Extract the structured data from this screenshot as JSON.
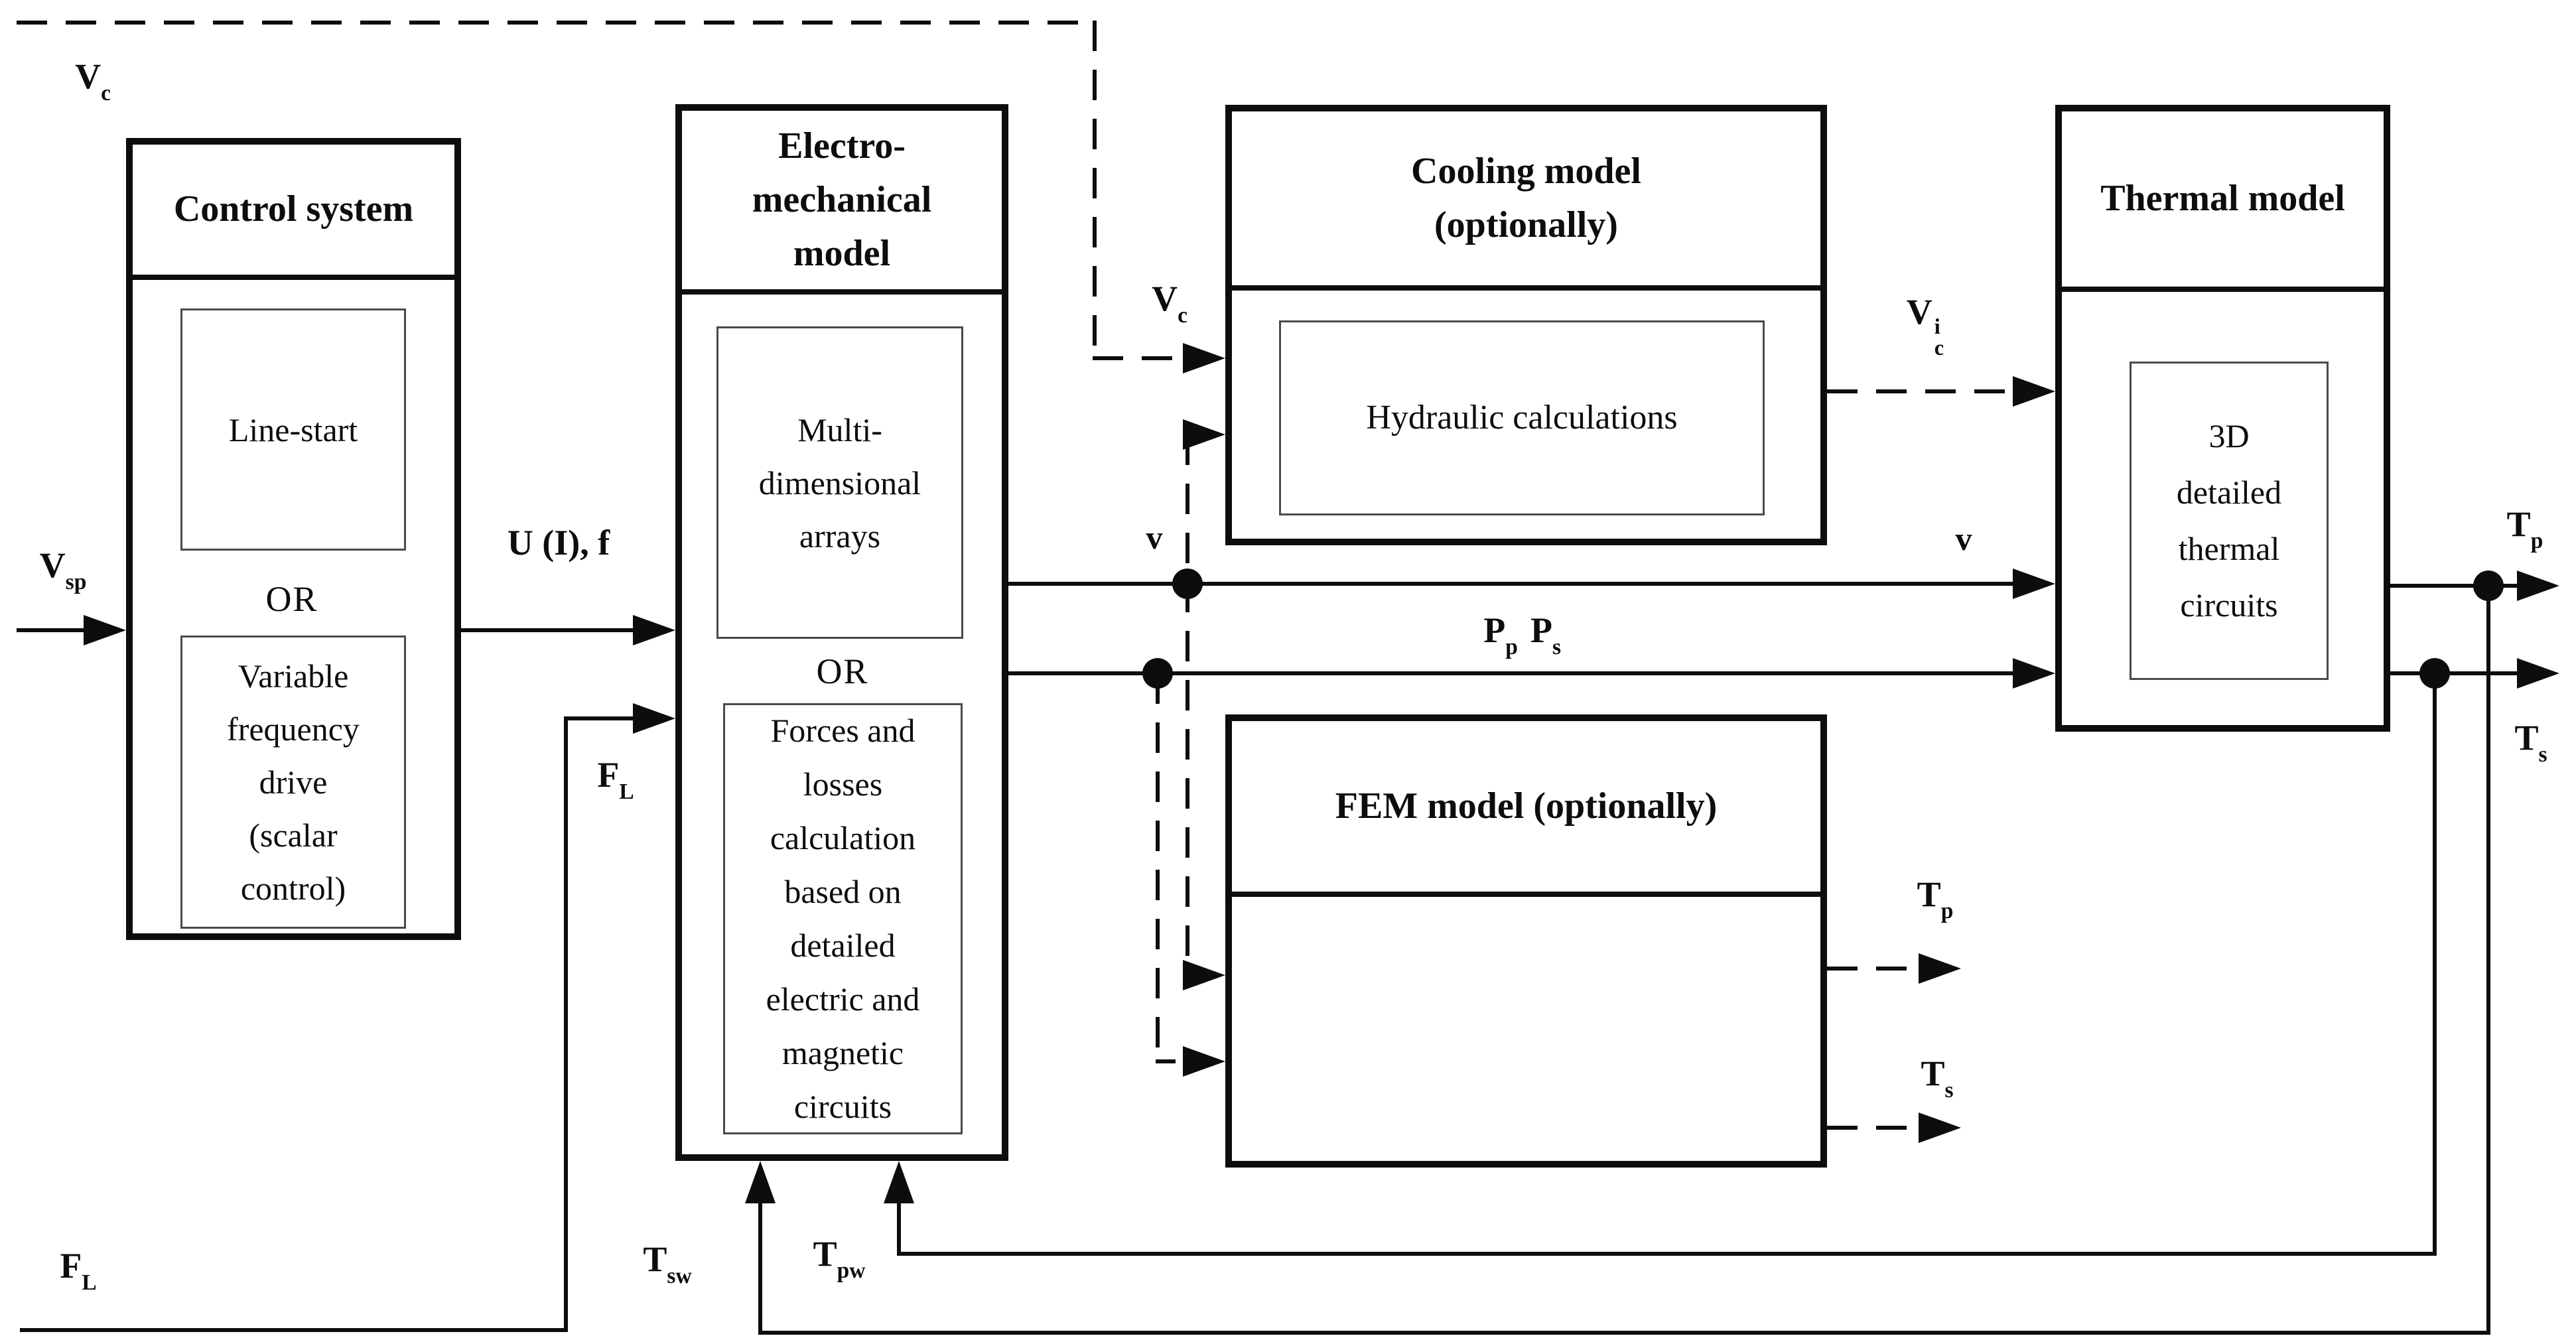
{
  "colors": {
    "ink": "#0d0d0d",
    "inner_border": "#4a4a4a",
    "background": "#ffffff"
  },
  "blocks": {
    "control": {
      "title": "Control system",
      "line_start": "Line-start",
      "or": "OR",
      "vfd": "Variable\nfrequency\ndrive\n(scalar\ncontrol)"
    },
    "em": {
      "title": "Electro-\nmechanical\nmodel",
      "multi": "Multi-\ndimensional\narrays",
      "or": "OR",
      "forces": "Forces and\nlosses\ncalculation\nbased on\ndetailed\nelectric and\nmagnetic\ncircuits"
    },
    "cooling": {
      "title": "Cooling model\n(optionally)",
      "hydraulic": "Hydraulic calculations"
    },
    "fem": {
      "title": "FEM model (optionally)"
    },
    "thermal": {
      "title": "Thermal model",
      "circuits": "3D\ndetailed\nthermal\ncircuits"
    }
  },
  "labels": {
    "vc_top": {
      "base": "V",
      "sub": "c"
    },
    "vc_cooling": {
      "base": "V",
      "sub": "c"
    },
    "vsp": {
      "base": "V",
      "sub": "sp"
    },
    "uif": {
      "text": "U (I), f"
    },
    "fl_input": {
      "base": "F",
      "sub": "L"
    },
    "fl_bottom": {
      "base": "F",
      "sub": "L"
    },
    "v_tap": {
      "text": "v"
    },
    "v_thermal": {
      "text": "v"
    },
    "pp": {
      "base": "P",
      "sub": "p"
    },
    "ps": {
      "base": "P",
      "sub": "s"
    },
    "vci": {
      "base": "V",
      "sub": "c",
      "sup": "i"
    },
    "tp_out": {
      "base": "T",
      "sub": "p"
    },
    "ts_out": {
      "base": "T",
      "sub": "s"
    },
    "fem_tp": {
      "base": "T",
      "sub": "p"
    },
    "fem_ts": {
      "base": "T",
      "sub": "s"
    },
    "tsw": {
      "base": "T",
      "sub": "sw"
    },
    "tpw": {
      "base": "T",
      "sub": "pw"
    }
  }
}
